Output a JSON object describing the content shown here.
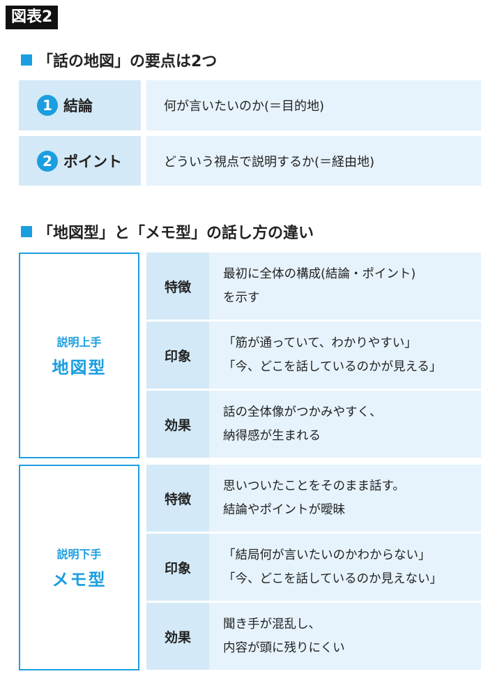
{
  "figure_label": "図表2",
  "section1": {
    "heading": "「話の地図」の要点は2つ",
    "rows": [
      {
        "num": "1",
        "label": "結論",
        "desc": "何が言いたいのか(＝目的地)"
      },
      {
        "num": "2",
        "label": "ポイント",
        "desc": "どういう視点で説明するか(＝経由地)"
      }
    ]
  },
  "section2": {
    "heading": "「地図型」と「メモ型」の話し方の違い",
    "groups": [
      {
        "sub": "説明上手",
        "type": "地図型",
        "rows": [
          {
            "label": "特徴",
            "lines": [
              "最初に全体の構成(結論・ポイント)",
              "を示す"
            ]
          },
          {
            "label": "印象",
            "lines": [
              "「筋が通っていて、わかりやすい」",
              "「今、どこを話しているのかが見える」"
            ]
          },
          {
            "label": "効果",
            "lines": [
              "話の全体像がつかみやすく、",
              "納得感が生まれる"
            ]
          }
        ]
      },
      {
        "sub": "説明下手",
        "type": "メモ型",
        "rows": [
          {
            "label": "特徴",
            "lines": [
              "思いついたことをそのまま話す。",
              "結論やポイントが曖昧"
            ]
          },
          {
            "label": "印象",
            "lines": [
              "「結局何が言いたいのかわからない」",
              "「今、どこを話しているのか見えない」"
            ]
          },
          {
            "label": "効果",
            "lines": [
              "聞き手が混乱し、",
              "内容が頭に残りにくい"
            ]
          }
        ]
      }
    ]
  },
  "colors": {
    "accent": "#1a9ee0",
    "label_bg": "#d3e9f7",
    "content_bg": "#e6f3fc"
  }
}
